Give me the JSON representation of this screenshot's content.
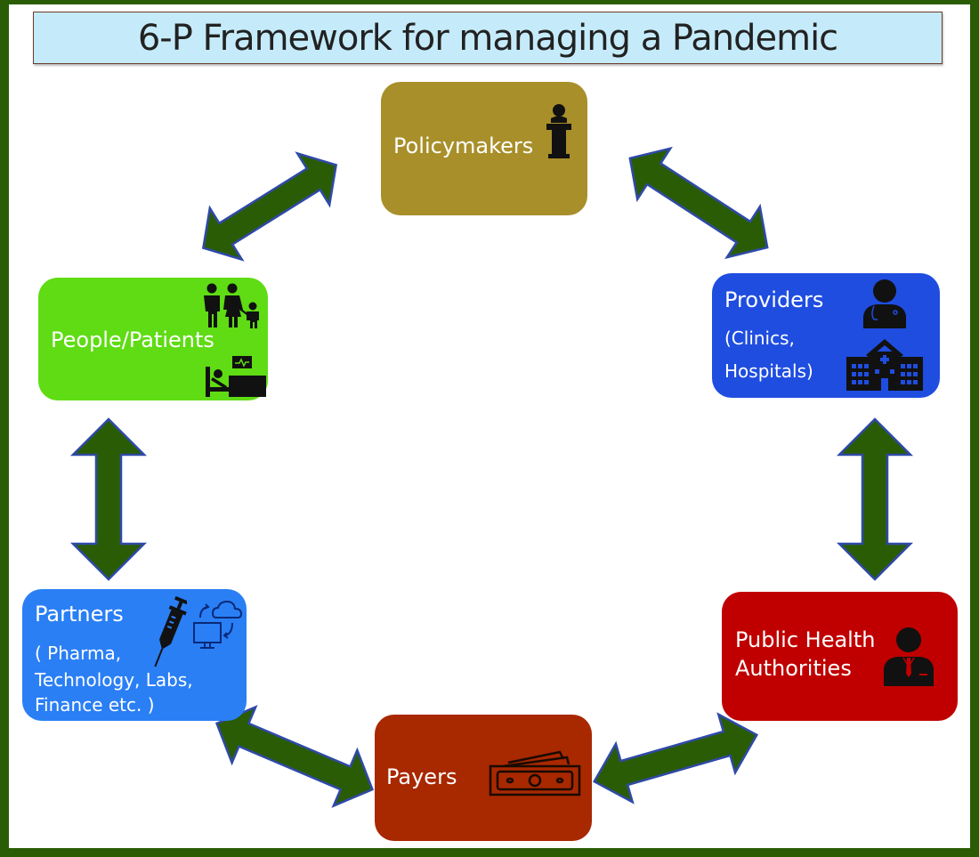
{
  "title": "6-P Framework for managing a Pandemic",
  "colors": {
    "frame": "#2a5c06",
    "title_bg": "#c5ebfa",
    "arrow_fill": "#2a5c06",
    "arrow_stroke": "#2f4aa8"
  },
  "nodes": {
    "policymakers": {
      "label": "Policymakers",
      "color": "#a88f2a",
      "icon": "podium-speaker-icon"
    },
    "providers": {
      "label": "Providers",
      "sub": [
        "(Clinics,",
        "Hospitals)"
      ],
      "color": "#1f4de0",
      "icons": [
        "doctor-icon",
        "hospital-icon"
      ]
    },
    "public_health": {
      "label_lines": [
        "Public Health",
        "Authorities"
      ],
      "color": "#c00000",
      "icon": "official-person-icon"
    },
    "payers": {
      "label": "Payers",
      "color": "#a82800",
      "icon": "cash-money-icon"
    },
    "partners": {
      "label": "Partners",
      "sub": [
        "( Pharma,",
        "Technology, Labs,",
        "Finance etc. )"
      ],
      "color": "#2a7ff5",
      "icons": [
        "syringe-icon",
        "computer-cloud-sync-icon"
      ]
    },
    "people": {
      "label": "People/Patients",
      "color": "#5fdc14",
      "icons": [
        "family-icon",
        "hospital-bed-monitor-icon"
      ]
    }
  },
  "connections": [
    {
      "from": "people",
      "to": "policymakers",
      "type": "bidirectional"
    },
    {
      "from": "policymakers",
      "to": "providers",
      "type": "bidirectional"
    },
    {
      "from": "providers",
      "to": "public_health",
      "type": "bidirectional"
    },
    {
      "from": "public_health",
      "to": "payers",
      "type": "bidirectional"
    },
    {
      "from": "payers",
      "to": "partners",
      "type": "bidirectional"
    },
    {
      "from": "partners",
      "to": "people",
      "type": "bidirectional"
    }
  ]
}
